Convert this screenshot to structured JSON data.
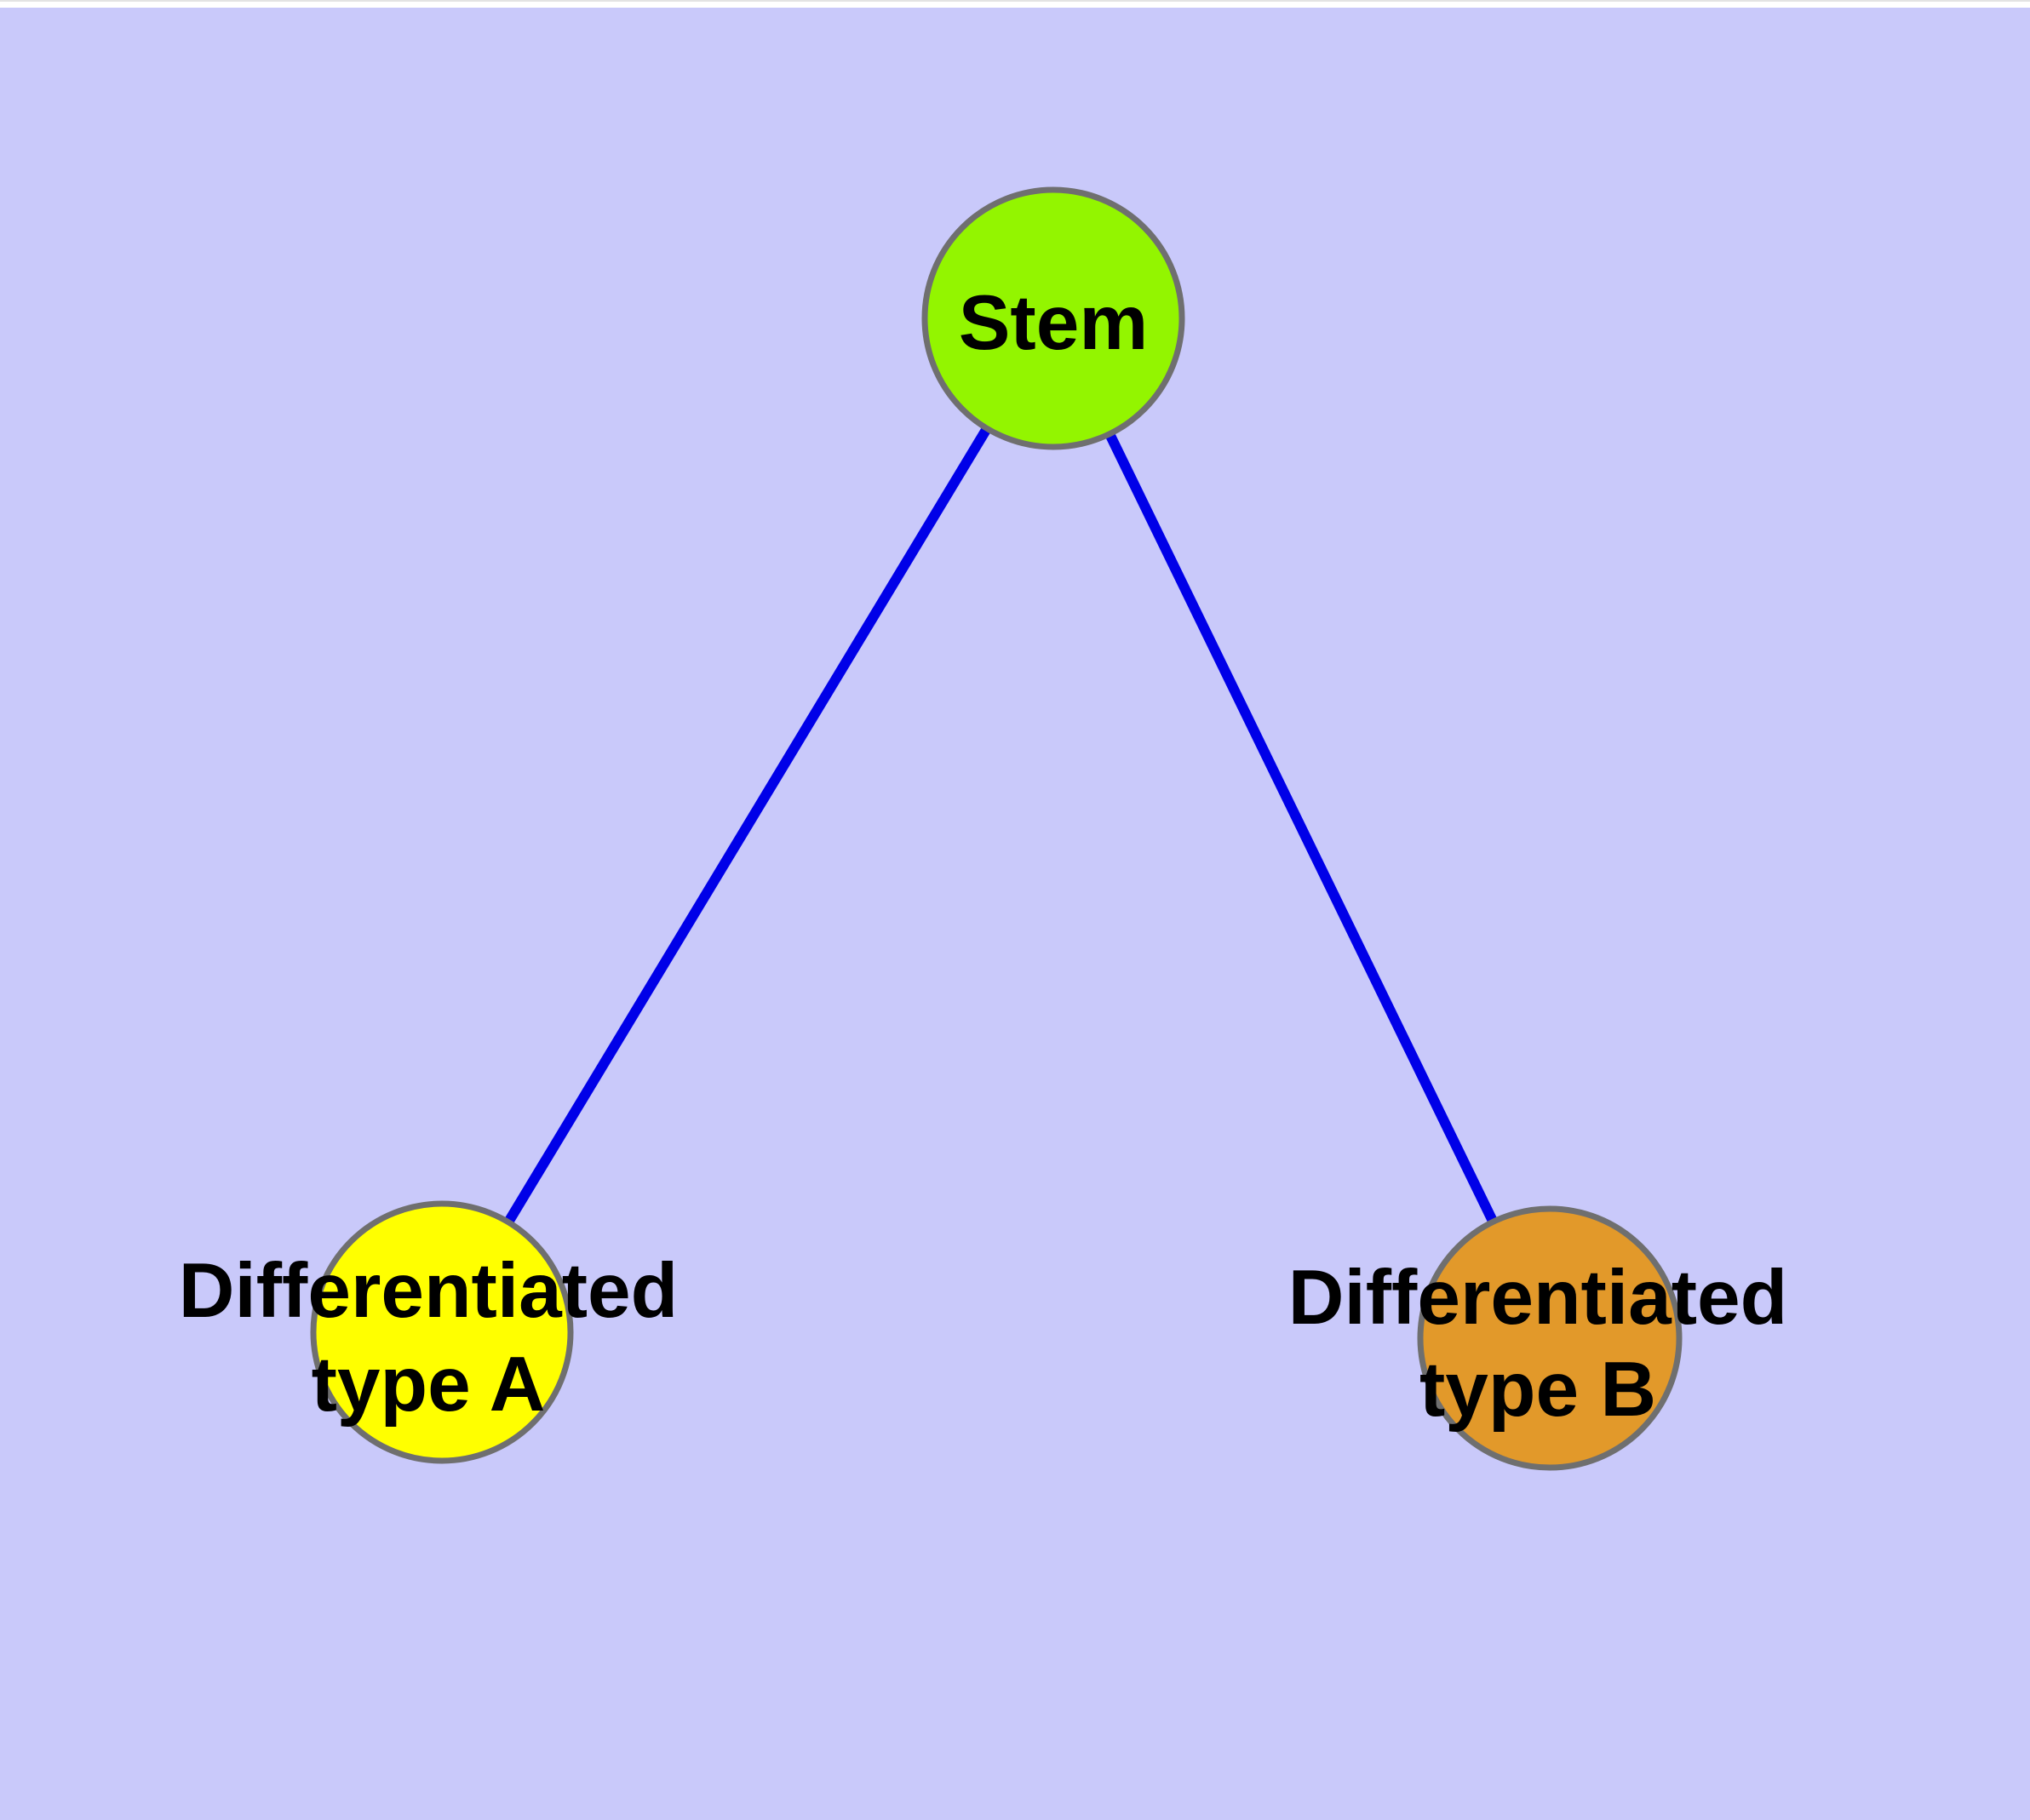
{
  "diagram": {
    "type": "graph",
    "nodes": {
      "stem": {
        "label": "Stem",
        "fill": "#93F500"
      },
      "type_a": {
        "label_line1": "Differentiated",
        "label_line2": "type A",
        "fill": "#FFFF00"
      },
      "type_b": {
        "label_line1": "Differentiated",
        "label_line2": "type B",
        "fill": "#E2992A"
      }
    },
    "edges": [
      {
        "from": "Stem",
        "to": "Differentiated type A"
      },
      {
        "from": "Stem",
        "to": "Differentiated type B"
      }
    ],
    "colors": {
      "background": "#C9C9FA",
      "top_strip": "#FFFFFF",
      "top_hairline": "#E3E3E3",
      "edge": "#0000E8",
      "node_border": "#6F6F6F",
      "label": "#000000"
    }
  }
}
